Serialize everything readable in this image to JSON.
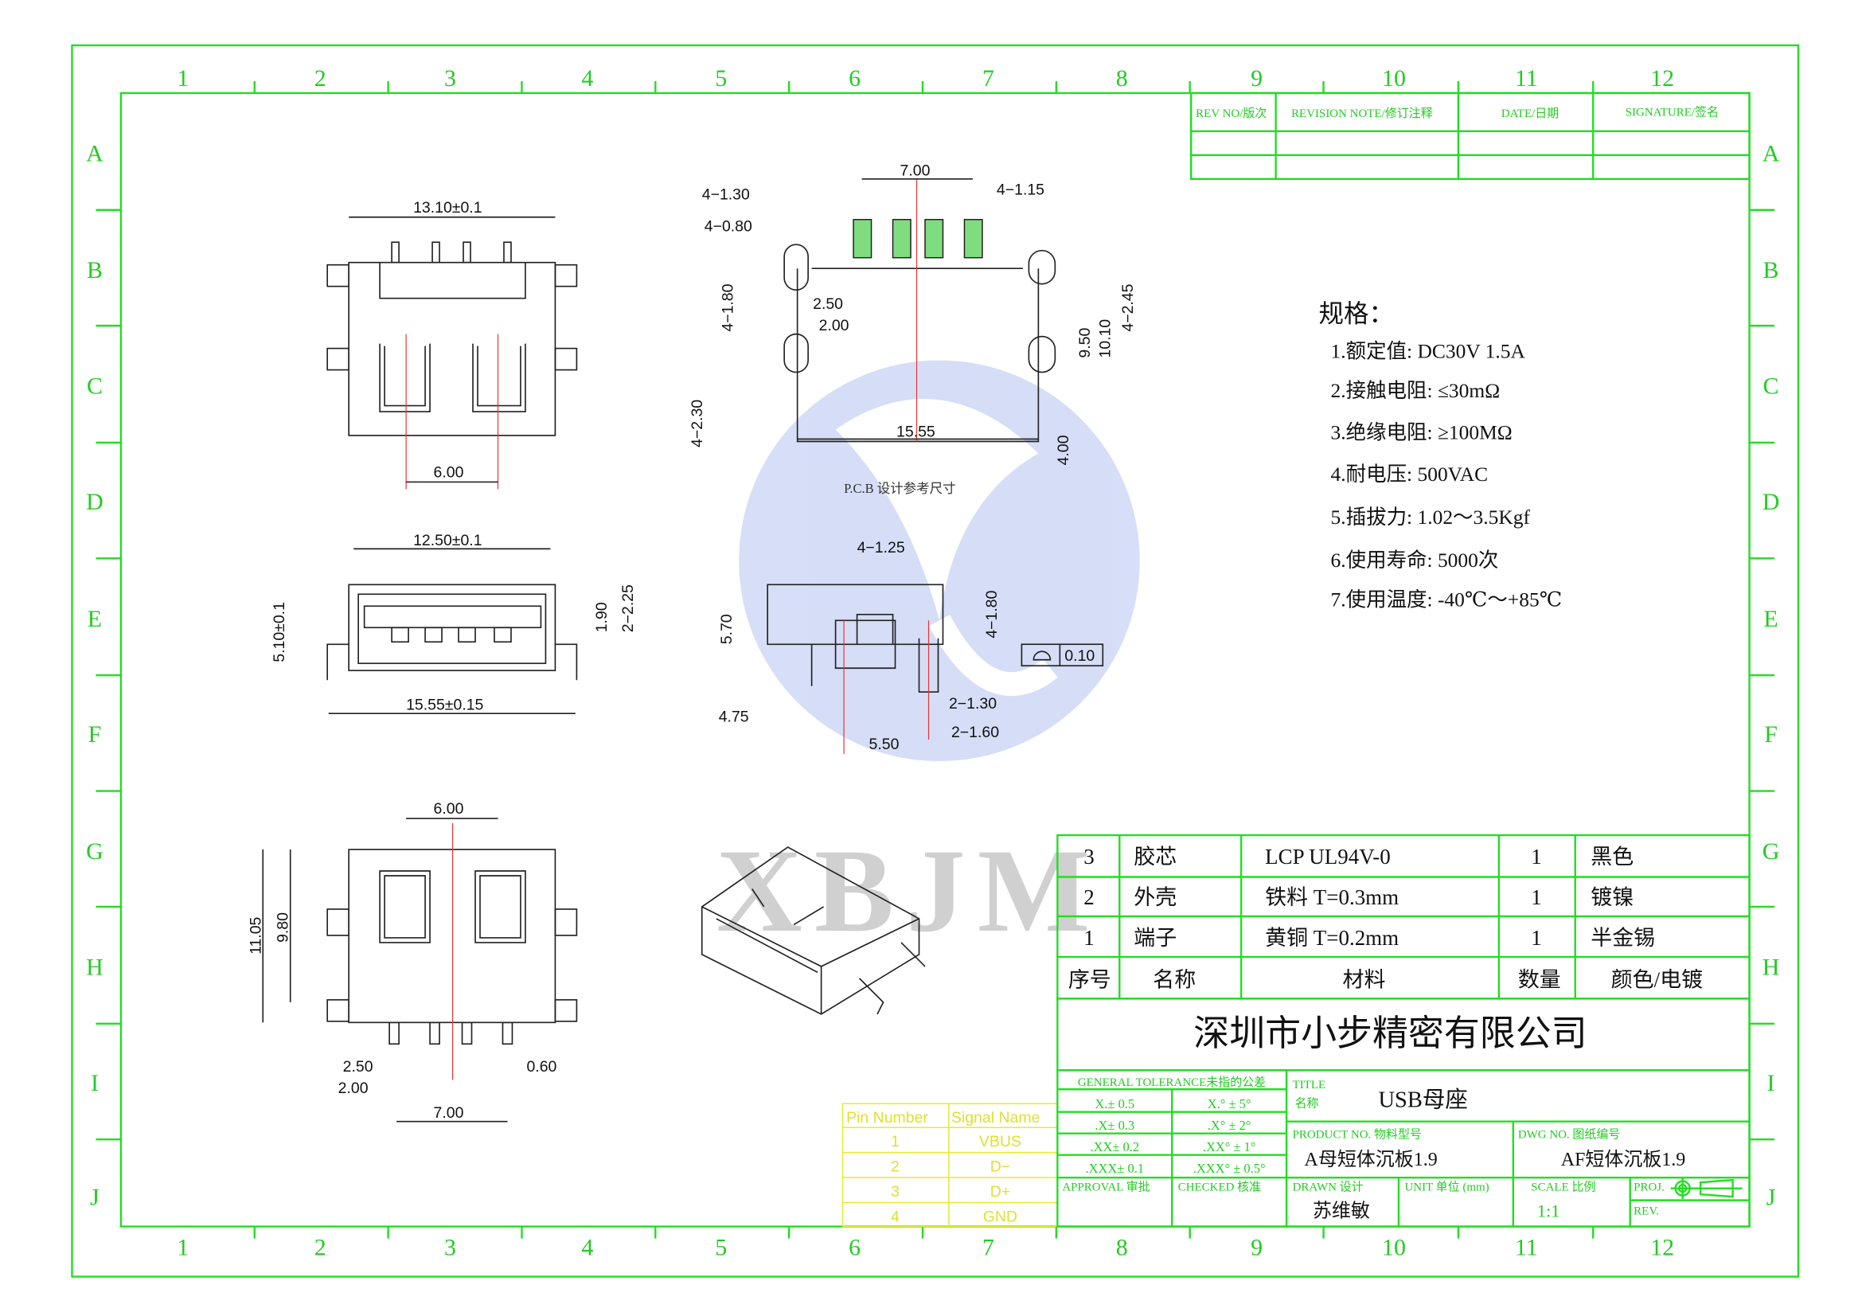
{
  "border": {
    "columns": [
      "1",
      "2",
      "3",
      "4",
      "5",
      "6",
      "7",
      "8",
      "9",
      "10",
      "11",
      "12"
    ],
    "rows": [
      "A",
      "B",
      "C",
      "D",
      "E",
      "F",
      "G",
      "H",
      "I",
      "J"
    ]
  },
  "revision_table": {
    "headers": [
      "REV NO/版次",
      "REVISION NOTE/修订注释",
      "DATE/日期",
      "SIGNATURE/签名"
    ]
  },
  "specs": {
    "title": "规格：",
    "items": [
      "1.额定值: DC30V  1.5A",
      "2.接触电阻: ≤30mΩ",
      "3.绝缘电阻: ≥100MΩ",
      "4.耐电压: 500VAC",
      "5.插拔力: 1.02～3.5Kgf",
      "6.使用寿命: 5000次",
      "7.使用温度: -40℃～+85℃"
    ]
  },
  "dimensions": {
    "top_view": [
      "13.10±0.1",
      "6.00"
    ],
    "front_view": [
      "12.50±0.1",
      "5.10±0.1",
      "1.90",
      "2−2.25",
      "15.55±0.15"
    ],
    "bottom_view": [
      "6.00",
      "11.05",
      "9.80",
      "2.50",
      "2.00",
      "0.60",
      "7.00"
    ],
    "pcb": [
      "7.00",
      "4−1.30",
      "4−0.80",
      "4−1.15",
      "4−1.80",
      "2.50",
      "2.00",
      "9.50",
      "10.10",
      "4−2.45",
      "4−2.30",
      "15.55",
      "4.00"
    ],
    "pcb_label": "P.C.B 设计参考尺寸",
    "side_view": [
      "4−1.25",
      "5.70",
      "4−1.80",
      "0.10",
      "2−1.30",
      "2−1.60",
      "4.75",
      "5.50"
    ]
  },
  "watermark": "XBJM",
  "bom": {
    "rows": [
      {
        "no": "3",
        "name": "胶芯",
        "material": "LCP  UL94V-0",
        "qty": "1",
        "finish": "黑色"
      },
      {
        "no": "2",
        "name": "外壳",
        "material": "铁料  T=0.3mm",
        "qty": "1",
        "finish": "镀镍"
      },
      {
        "no": "1",
        "name": "端子",
        "material": "黄铜  T=0.2mm",
        "qty": "1",
        "finish": "半金锡"
      }
    ],
    "header": {
      "no": "序号",
      "name": "名称",
      "material": "材料",
      "qty": "数量",
      "finish": "颜色/电镀"
    }
  },
  "company": "深圳市小步精密有限公司",
  "pin_table": {
    "headers": [
      "Pin  Number",
      "Signal  Name"
    ],
    "rows": [
      [
        "1",
        "VBUS"
      ],
      [
        "2",
        "D−"
      ],
      [
        "3",
        "D+"
      ],
      [
        "4",
        "GND"
      ]
    ]
  },
  "title_block": {
    "tolerance_title": "GENERAL TOLERANCE未指的公差",
    "tolerances": [
      [
        "X.± 0.5",
        "X.° ± 5°"
      ],
      [
        ".X± 0.3",
        ".X° ± 2°"
      ],
      [
        ".XX± 0.2",
        ".XX° ± 1°"
      ],
      [
        ".XXX± 0.1",
        ".XXX° ± 0.5°"
      ]
    ],
    "approval": "APPROVAL 审批",
    "checked": "CHECKED 核准",
    "title_label": "TITLE",
    "title_label_cn": "名称",
    "title": "USB母座",
    "product_no_label": "PRODUCT NO.  物料型号",
    "product_no": "A母短体沉板1.9",
    "dwg_no_label": "DWG NO. 图纸编号",
    "dwg_no": "AF短体沉板1.9",
    "drawn_label": "DRAWN  设计",
    "drawn": "苏维敏",
    "unit_label": "UNIT 单位 (mm)",
    "scale_label": "SCALE 比例",
    "scale": "1:1",
    "proj_label": "PROJ.",
    "rev_label": "REV."
  }
}
